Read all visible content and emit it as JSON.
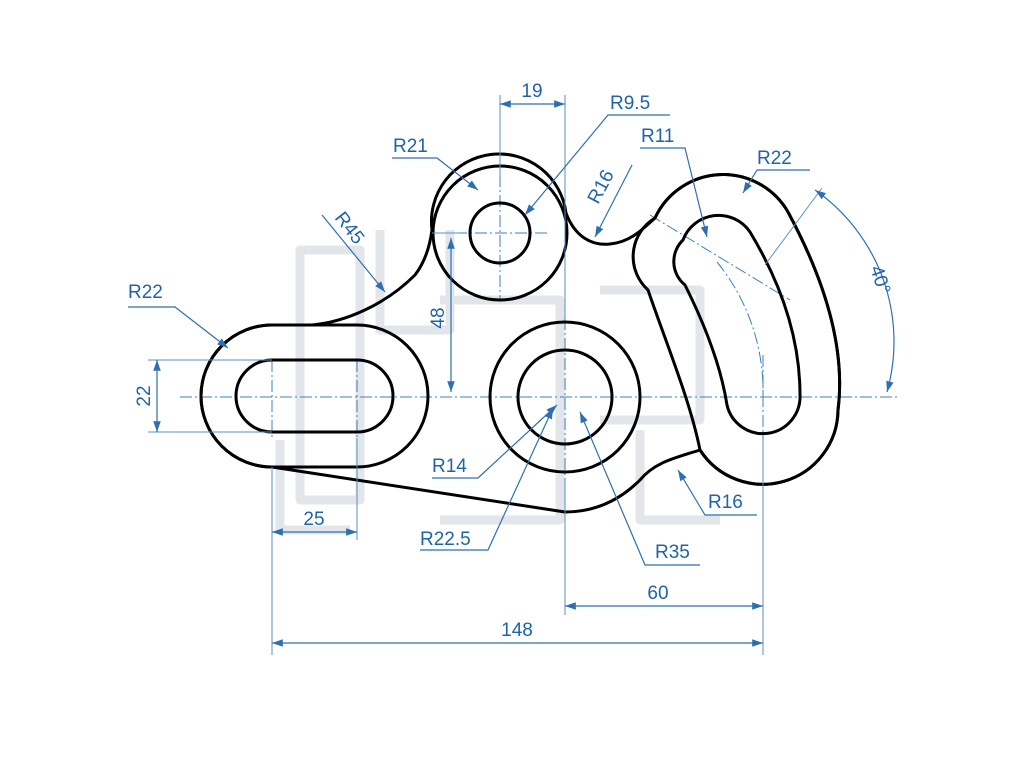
{
  "colors": {
    "outline": "#000000",
    "dimension": "#2f6fb0",
    "label": "#1f63a8",
    "centerline": "#3b7fc4",
    "background": "#ffffff"
  },
  "labels": {
    "r9_5": "R9.5",
    "r21": "R21",
    "r11": "R11",
    "r22_right": "R22",
    "r16_top": "R16",
    "r45": "R45",
    "r22_left": "R22",
    "d19": "19",
    "d48": "48",
    "d22": "22",
    "a40": "40°",
    "r14": "R14",
    "r22_5": "R22.5",
    "r35": "R35",
    "r16_bottom": "R16",
    "d25": "25",
    "d60": "60",
    "d148": "148"
  }
}
